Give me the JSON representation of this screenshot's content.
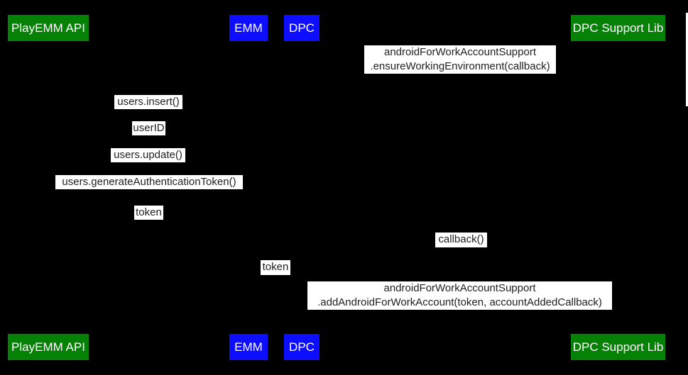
{
  "participants": {
    "playemm_api": {
      "label": "PlayEMM API",
      "color": "#058205"
    },
    "emm": {
      "label": "EMM",
      "color": "#0d0dff"
    },
    "dpc": {
      "label": "DPC",
      "color": "#0d0dff"
    },
    "dpc_support_lib": {
      "label": "DPC Support Lib",
      "color": "#058205"
    }
  },
  "messages": {
    "ensure_working_environment": {
      "line1": "androidForWorkAccountSupport",
      "line2": ".ensureWorkingEnvironment(callback)"
    },
    "users_insert": {
      "label": "users.insert()"
    },
    "user_id": {
      "label": "userID"
    },
    "users_update": {
      "label": "users.update()"
    },
    "generate_auth_token": {
      "label": "users.generateAuthenticationToken()"
    },
    "token_response": {
      "label": "token"
    },
    "callback": {
      "label": "callback()"
    },
    "token_forward": {
      "label": "token"
    },
    "add_android_for_work_account": {
      "line1": "androidForWorkAccountSupport",
      "line2": ".addAndroidForWorkAccount(token, accountAddedCallback)"
    }
  },
  "colors": {
    "background": "#000000",
    "green_participant": "#058205",
    "blue_participant": "#0d0dff",
    "participant_text": "#ffffff",
    "message_background": "#ffffff",
    "message_text": "#212121"
  }
}
